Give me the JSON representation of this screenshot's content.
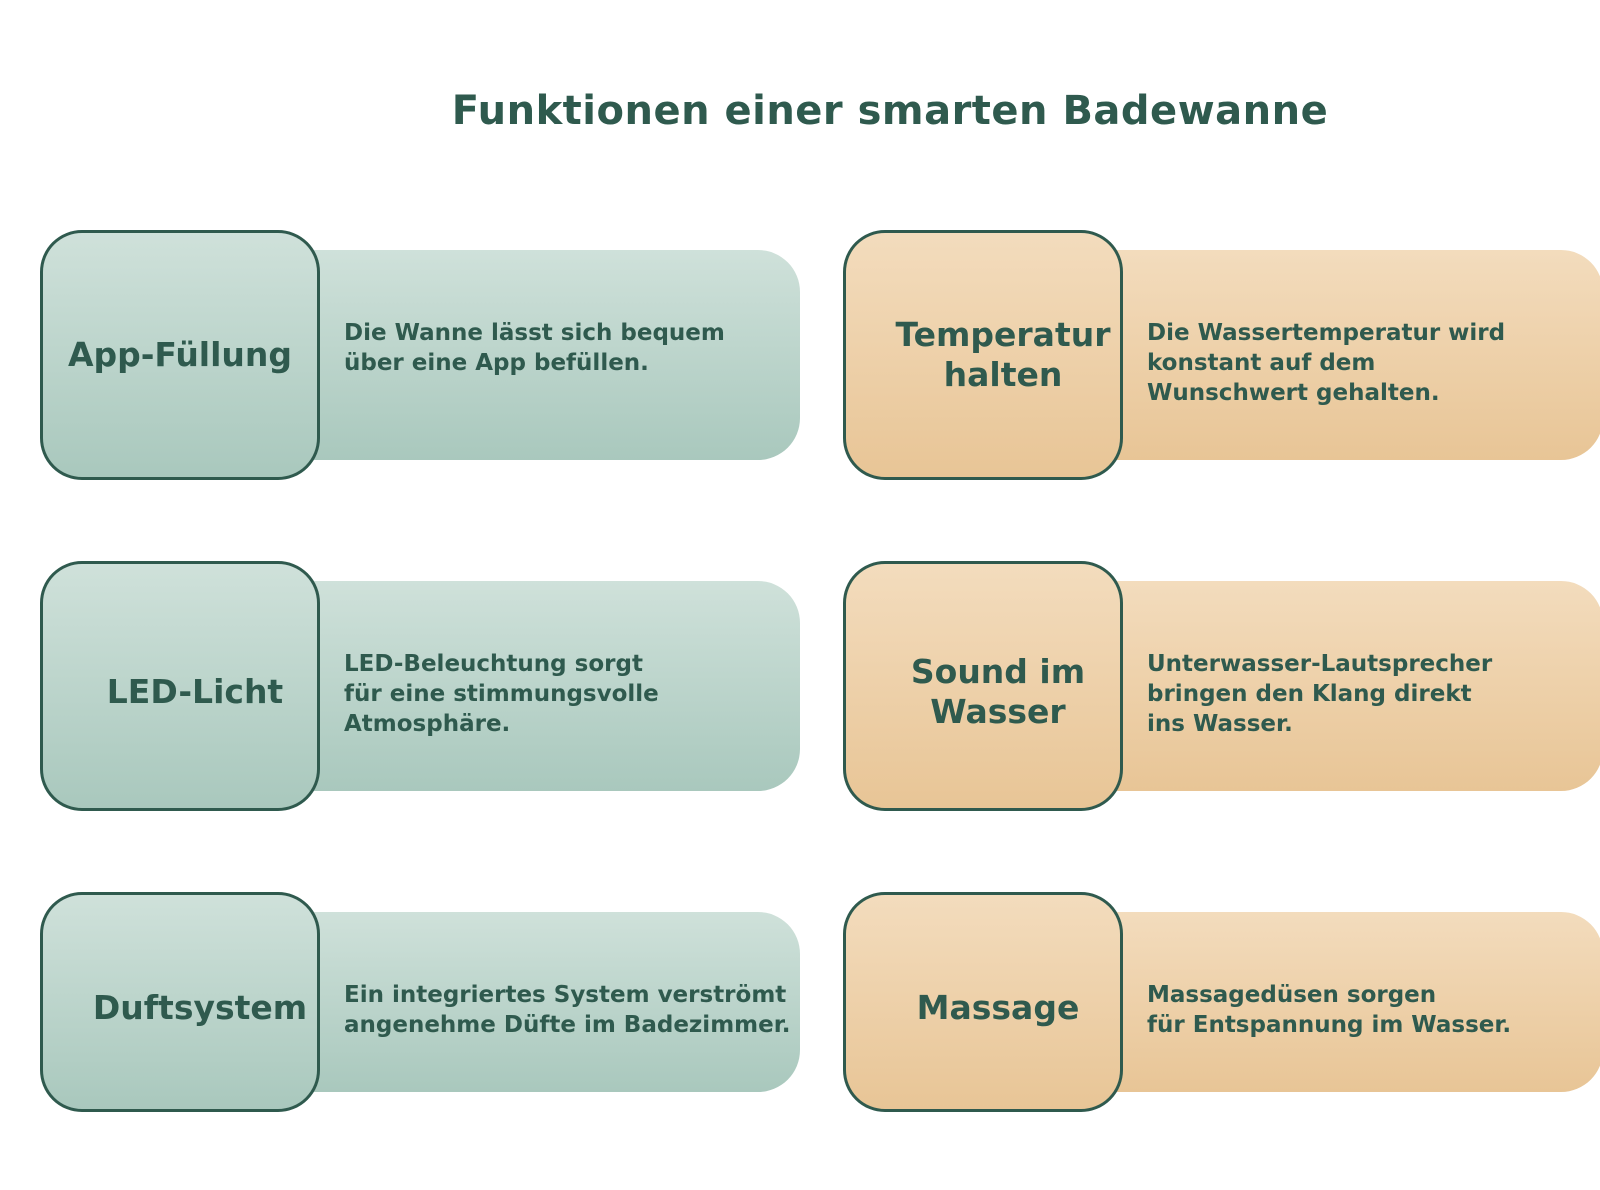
{
  "title": "Funktionen einer smarten Badewanne",
  "colors": {
    "text": "#2f5a4e",
    "green_light": "#cfe1da",
    "green_dark": "#a9c8bd",
    "orange_light": "#f3dcbd",
    "orange_dark": "#e8c596",
    "border": "#2f5a4e"
  },
  "features": [
    {
      "label": "App-Füllung",
      "description": "Die Wanne lässt sich bequem\nüber eine App befüllen."
    },
    {
      "label": "Temperatur\nhalten",
      "description": "Die Wassertemperatur wird\nkonstant auf dem\nWunschwert gehalten."
    },
    {
      "label": "LED-Licht",
      "description": "LED-Beleuchtung sorgt\nfür eine stimmungsvolle\nAtmosphäre."
    },
    {
      "label": "Sound im\nWasser",
      "description": "Unterwasser-Lautsprecher\nbringen den Klang direkt\nins Wasser."
    },
    {
      "label": "Duftsystem",
      "description": "Ein integriertes System verströmt\nangenehme Düfte im Badezimmer."
    },
    {
      "label": "Massage",
      "description": "Massagedüsen sorgen\nfür Entspannung im Wasser."
    }
  ]
}
